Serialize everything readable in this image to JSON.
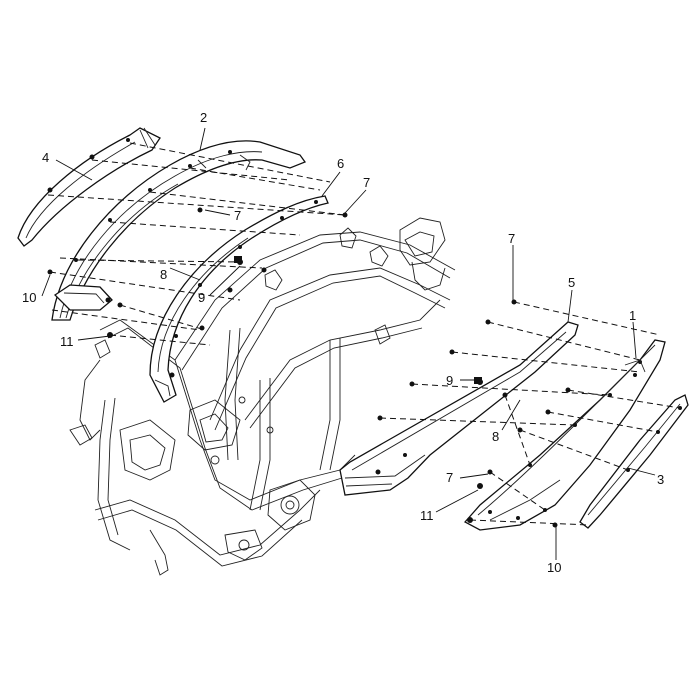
{
  "diagram": {
    "callouts": {
      "c1": "1",
      "c2": "2",
      "c3": "3",
      "c4": "4",
      "c5": "5",
      "c6": "6",
      "c7a": "7",
      "c7b": "7",
      "c7c": "7",
      "c7d": "7",
      "c8a": "8",
      "c8b": "8",
      "c9a": "9",
      "c9b": "9",
      "c10a": "10",
      "c10b": "10",
      "c11a": "11",
      "c11b": "11"
    }
  }
}
